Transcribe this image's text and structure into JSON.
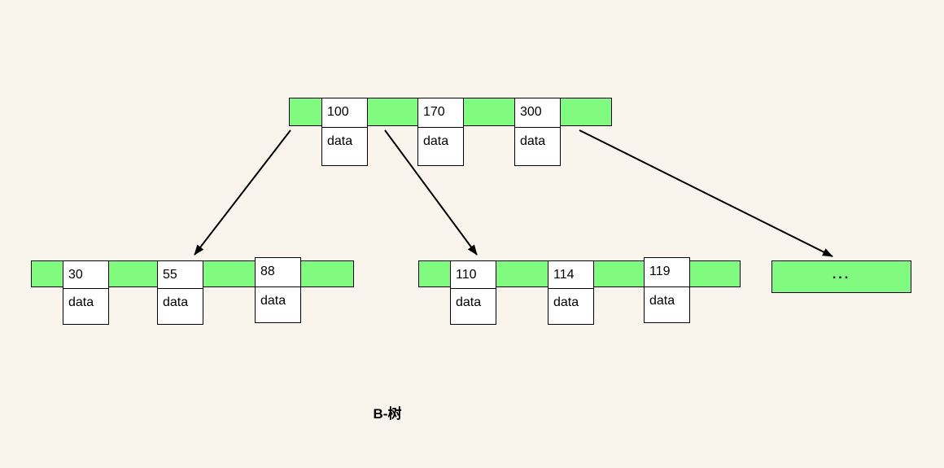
{
  "caption": "B-树",
  "colors": {
    "node_fill": "#80fb80",
    "background": "#f9f5ec",
    "border": "#000000"
  },
  "nodes": {
    "root": {
      "keys": [
        {
          "value": "100",
          "data": "data"
        },
        {
          "value": "170",
          "data": "data"
        },
        {
          "value": "300",
          "data": "data"
        }
      ]
    },
    "left": {
      "keys": [
        {
          "value": "30",
          "data": "data"
        },
        {
          "value": "55",
          "data": "data"
        },
        {
          "value": "88",
          "data": "data"
        }
      ]
    },
    "middle": {
      "keys": [
        {
          "value": "110",
          "data": "data"
        },
        {
          "value": "114",
          "data": "data"
        },
        {
          "value": "119",
          "data": "data"
        }
      ]
    },
    "right": {
      "label": "..."
    }
  }
}
